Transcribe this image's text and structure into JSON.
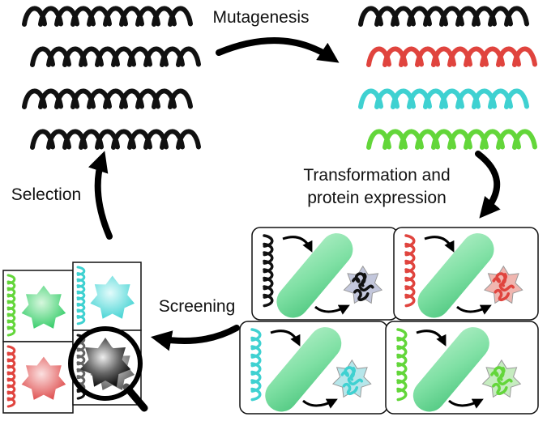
{
  "labels": {
    "mutagenesis": "Mutagenesis",
    "transformation_line1": "Transformation and",
    "transformation_line2": "protein expression",
    "screening": "Screening",
    "selection": "Selection"
  },
  "colors": {
    "black": "#111111",
    "red": "#e0443e",
    "cyan": "#3fd1d1",
    "green": "#63d63a",
    "cell_fill": "#7fe0a4",
    "cell_stroke": "#3cb36a",
    "panel_stroke": "#111111",
    "arrow": "#000000"
  },
  "variants": [
    "black",
    "red",
    "cyan",
    "green"
  ],
  "icons": {
    "helix": "dna-helix-icon",
    "cell": "bacterial-cell-icon",
    "protein": "folded-protein-icon",
    "magnifier": "magnifying-glass-icon"
  }
}
